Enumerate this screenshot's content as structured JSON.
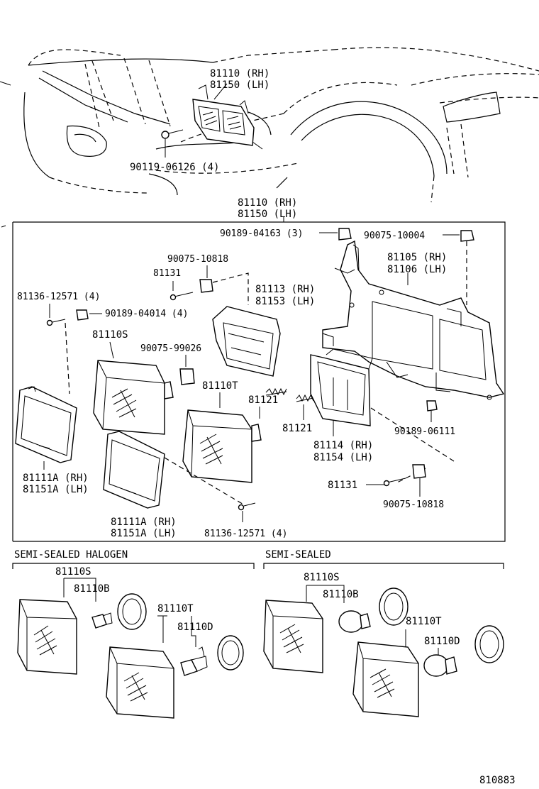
{
  "labels": {
    "top_hl_rh": "81110 (RH)",
    "top_hl_lh": "81150 (LH)",
    "top_screw": "90119-06126 (4)",
    "group_rh": "81110 (RH)",
    "group_lh": "81150 (LH)",
    "nut_top": "90189-04163 (3)",
    "nut_top_r": "90075-10004",
    "nut_10818_a": "90075-10818",
    "screw_81131_a": "81131",
    "bracket_rh": "81105 (RH)",
    "bracket_lh": "81106 (LH)",
    "screw_12571_a": "81136-12571 (4)",
    "nut_04014": "90189-04014 (4)",
    "housing_rh": "81113 (RH)",
    "housing_lh": "81153 (LH)",
    "unit_s": "81110S",
    "nut_99026": "90075-99026",
    "unit_t": "81110T",
    "spring_a": "81121",
    "spring_b": "81121",
    "frame2_rh": "81114 (RH)",
    "frame2_lh": "81154 (LH)",
    "nut_06111": "90189-06111",
    "ring_a_rh": "81111A (RH)",
    "ring_a_lh": "81151A (LH)",
    "ring_b_rh": "81111A (RH)",
    "ring_b_lh": "81151A (LH)",
    "screw_81131_b": "81131",
    "nut_10818_b": "90075-10818",
    "screw_12571_b": "81136-12571 (4)",
    "sec_halogen": "SEMI-SEALED HALOGEN",
    "sec_sealed": "SEMI-SEALED",
    "hal_unit_s": "81110S",
    "hal_bulb_b": "81110B",
    "hal_unit_t": "81110T",
    "hal_bulb_d": "81110D",
    "ss_unit_s": "81110S",
    "ss_bulb_b": "81110B",
    "ss_unit_t": "81110T",
    "ss_bulb_d": "81110D",
    "diagram_no": "810883"
  }
}
